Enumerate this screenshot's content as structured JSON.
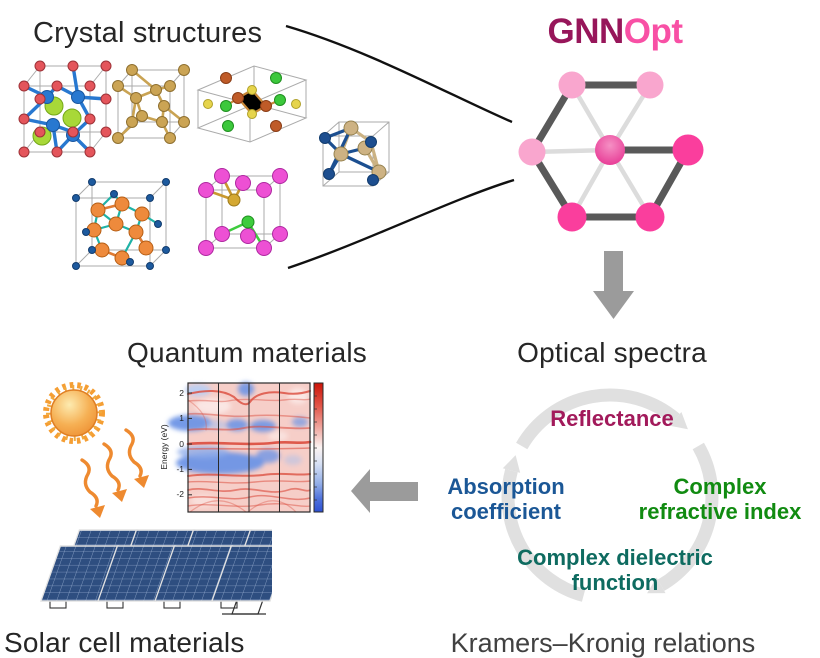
{
  "figure": {
    "crystal": {
      "title": "Crystal structures"
    },
    "gnnopt": {
      "gnn": "GNN",
      "opt": "Opt",
      "gnn_color": "#97165A",
      "opt_color": "#F850A5"
    },
    "optical": {
      "title": "Optical spectra",
      "reflectance": {
        "label": "Reflectance",
        "color": "#A21A5B"
      },
      "absorption": {
        "line1": "Absorption",
        "line2": "coefficient",
        "color": "#1B5796"
      },
      "refractive": {
        "line1": "Complex",
        "line2": "refractive index",
        "color": "#118B11"
      },
      "dielectric": {
        "line1": "Complex dielectric",
        "line2": "function",
        "color": "#0E6B60"
      },
      "footer": "Kramers–Kronig relations",
      "cycle_arrow_color": "#E0E0E0"
    },
    "quantum": {
      "title": "Quantum materials",
      "heatmap": {
        "ylabel": "Energy (eV)",
        "yticks": [
          "2",
          "1",
          "0",
          "-1",
          "-2"
        ],
        "colorbar_top_color": "#CC1408",
        "colorbar_bottom_color": "#2D50D2",
        "positive_color": "#DC5244",
        "negative_color": "#6E95E6"
      }
    },
    "solar": {
      "title": "Solar cell materials"
    },
    "icons": {
      "gnn_graph": "hexagonal graph with 7 pink nodes",
      "down_arrow": "gray down arrow",
      "left_arrow": "gray left arrow",
      "cycle_arrow": "light gray circular cycle arrow",
      "sun": "orange sun with rays",
      "solar_panels": "two rows of four blue solar panels",
      "funnel_curves": "two black converging curves"
    },
    "colors": {
      "node_light_pink": "#F9A6CE",
      "node_hot_pink": "#FA3E9D",
      "edge_dark": "#595959",
      "edge_light": "#DCDCDC",
      "arrow_gray": "#9B9B9B"
    }
  }
}
